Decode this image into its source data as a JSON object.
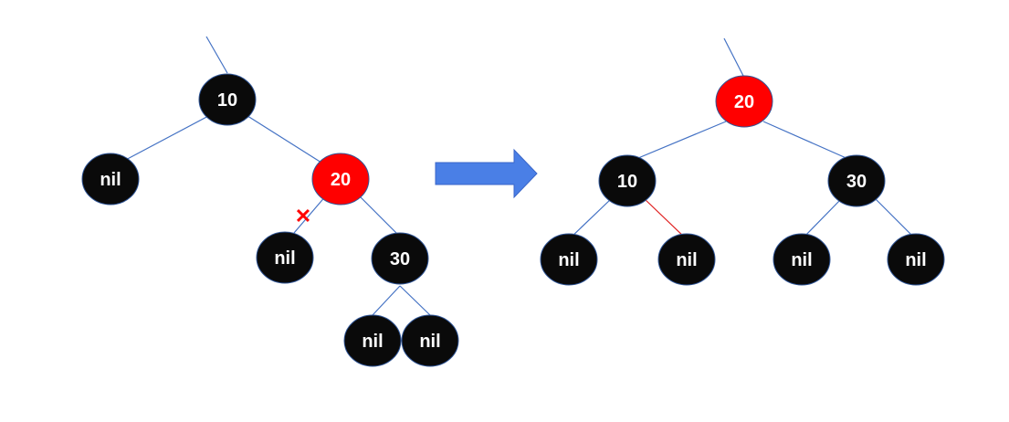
{
  "colors": {
    "edge": "#4472C4",
    "highlight_edge": "#E02020",
    "node_black": "#0a0a0a",
    "node_red": "#FF0000",
    "node_stroke": "#2F5597",
    "label": "#ffffff",
    "arrow": "#4A7FE6",
    "cut_mark": "#FF0000"
  },
  "before_tree": {
    "root": "10",
    "left_child": "nil",
    "right_child": "20",
    "right_left_child": "nil",
    "right_right_child": "30",
    "leaf_left": "nil",
    "leaf_right": "nil",
    "cut_mark": "✕"
  },
  "after_tree": {
    "root": "20",
    "left_child": "10",
    "right_child": "30",
    "left_left": "nil",
    "left_right": "nil",
    "right_left": "nil",
    "right_right": "nil"
  },
  "node_colors": {
    "before_root": "black",
    "before_nil_left": "black",
    "before_red": "red",
    "before_nil_mid": "black",
    "before_30": "black",
    "before_nil_a": "black",
    "before_nil_b": "black",
    "after_root": "red",
    "after_10": "black",
    "after_30": "black",
    "after_nil_1": "black",
    "after_nil_2": "black",
    "after_nil_3": "black",
    "after_nil_4": "black"
  }
}
